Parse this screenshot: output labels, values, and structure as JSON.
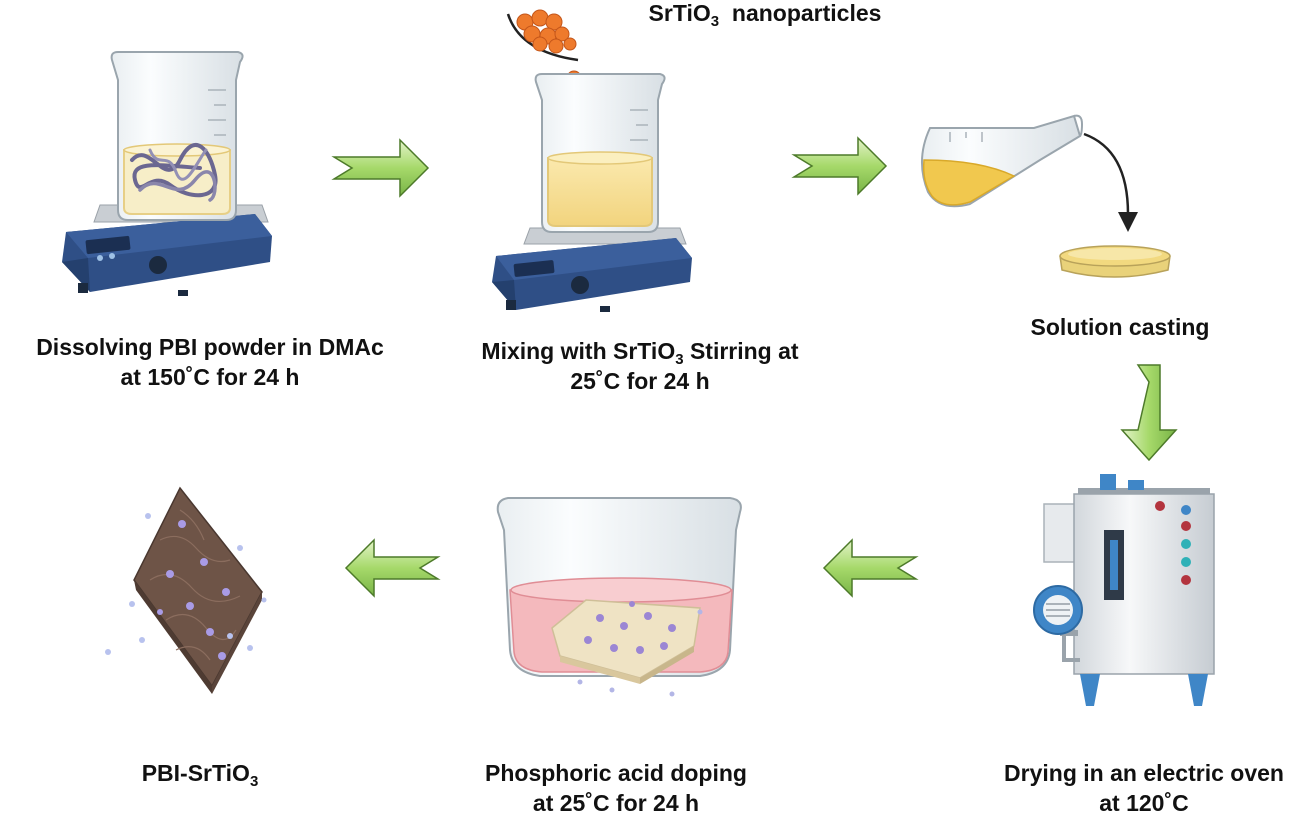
{
  "steps": {
    "dissolving": {
      "line1": "Dissolving PBI powder in DMAc",
      "line2": "at 150˚C for 24 h"
    },
    "mixing": {
      "line1_a": "Mixing with SrTiO",
      "line1_sub": "3",
      "line1_b": " Stirring at",
      "line2": "25˚C for 24 h"
    },
    "casting": {
      "line1": "Solution casting"
    },
    "drying": {
      "line1": "Drying in an electric oven",
      "line2": "at 120˚C"
    },
    "doping": {
      "line1": "Phosphoric acid doping",
      "line2": "at 25˚C for 24 h"
    },
    "product": {
      "line1_a": "PBI-SrTiO",
      "line1_sub": "3"
    }
  },
  "nanoparticles_label": {
    "a": "SrTiO",
    "sub": "3",
    "b": "  nanoparticles"
  },
  "colors": {
    "arrow_fill": "#a6d96a",
    "arrow_stroke": "#4d7a2a",
    "stirrer_blue": "#2f4f86",
    "solution_yellow": "#f6e3a1",
    "acid_pink": "#f4b9bd",
    "membrane_brown": "#6e5447",
    "particle_orange": "#ee7a2c",
    "oven_blue": "#3f86c7"
  }
}
